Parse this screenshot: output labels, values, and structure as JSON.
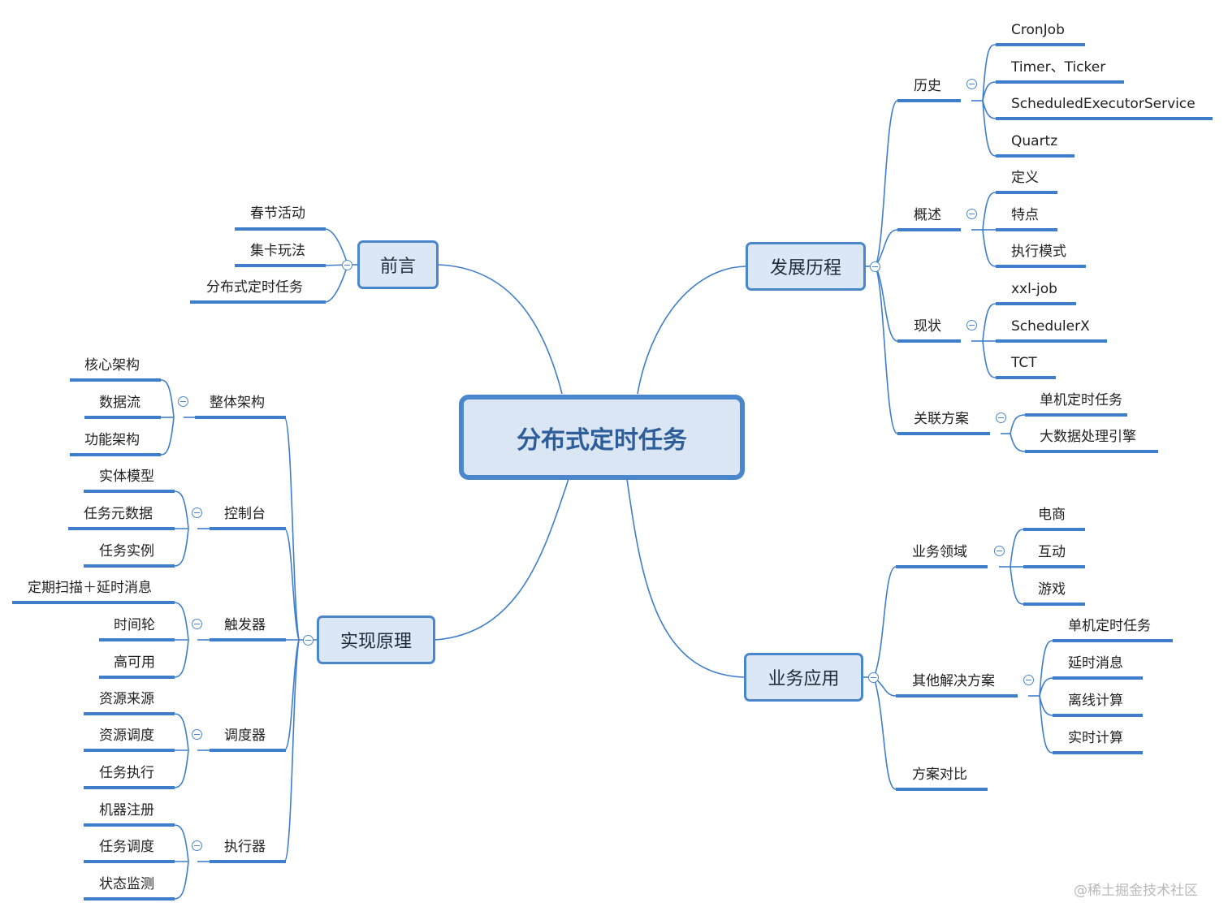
{
  "center": "分布式定时任务",
  "branches": {
    "preface": {
      "title": "前言",
      "items": [
        "春节活动",
        "集卡玩法",
        "分布式定时任务"
      ]
    },
    "history": {
      "title": "发展历程",
      "groups": [
        {
          "label": "历史",
          "items": [
            "CronJob",
            "Timer、Ticker",
            "ScheduledExecutorService",
            "Quartz"
          ]
        },
        {
          "label": "概述",
          "items": [
            "定义",
            "特点",
            "执行模式"
          ]
        },
        {
          "label": "现状",
          "items": [
            "xxl-job",
            "SchedulerX",
            "TCT"
          ]
        },
        {
          "label": "关联方案",
          "items": [
            "单机定时任务",
            "大数据处理引擎"
          ]
        }
      ]
    },
    "principle": {
      "title": "实现原理",
      "groups": [
        {
          "label": "整体架构",
          "items": [
            "核心架构",
            "数据流",
            "功能架构"
          ]
        },
        {
          "label": "控制台",
          "items": [
            "实体模型",
            "任务元数据",
            "任务实例"
          ]
        },
        {
          "label": "触发器",
          "items": [
            "定期扫描＋延时消息",
            "时间轮",
            "高可用"
          ]
        },
        {
          "label": "调度器",
          "items": [
            "资源来源",
            "资源调度",
            "任务执行"
          ]
        },
        {
          "label": "执行器",
          "items": [
            "机器注册",
            "任务调度",
            "状态监测"
          ]
        }
      ]
    },
    "application": {
      "title": "业务应用",
      "groups": [
        {
          "label": "业务领域",
          "items": [
            "电商",
            "互动",
            "游戏"
          ]
        },
        {
          "label": "其他解决方案",
          "items": [
            "单机定时任务",
            "延时消息",
            "离线计算",
            "实时计算"
          ]
        },
        {
          "label": "方案对比",
          "items": []
        }
      ]
    }
  },
  "watermark": "@稀土掘金技术社区",
  "colors": {
    "line": "#3f7ecb",
    "box_fill": "#dce7f5",
    "box_border": "#4a86cc",
    "center_text": "#2e5e99"
  }
}
